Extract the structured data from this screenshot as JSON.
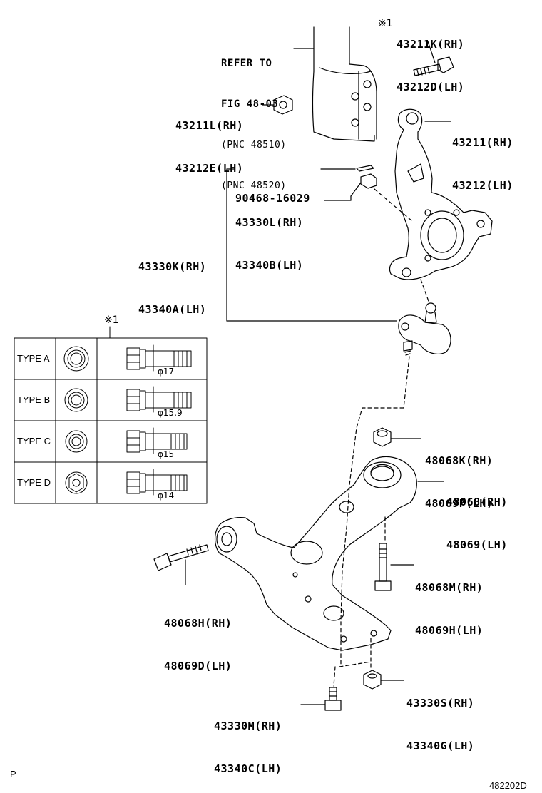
{
  "refer": {
    "line1": "REFER TO",
    "line2": "FIG 48-03",
    "line3": "(PNC 48510)",
    "line4": "(PNC 48520)"
  },
  "labels": {
    "bolt_top": {
      "note": "※1",
      "rh": "43211K(RH)",
      "lh": "43212D(LH)"
    },
    "nut_top": {
      "rh": "43211L(RH)",
      "lh": "43212E(LH)"
    },
    "knuckle": {
      "rh": "43211(RH)",
      "lh": "43212(LH)"
    },
    "cotter_pin": {
      "pn": "90468-16029"
    },
    "ball_nut": {
      "rh": "43330L(RH)",
      "lh": "43340B(LH)"
    },
    "ball_joint": {
      "rh": "43330K(RH)",
      "lh": "43340A(LH)"
    },
    "arm_nut": {
      "rh": "48068K(RH)",
      "lh": "48069F(LH)"
    },
    "lower_arm": {
      "rh": "48068(RH)",
      "lh": "48069(LH)"
    },
    "rear_bolt": {
      "rh": "48068M(RH)",
      "lh": "48069H(LH)"
    },
    "front_bolt": {
      "rh": "48068H(RH)",
      "lh": "48069D(LH)"
    },
    "bj_nut": {
      "rh": "43330S(RH)",
      "lh": "43340G(LH)"
    },
    "bj_bolt": {
      "rh": "43330M(RH)",
      "lh": "43340C(LH)"
    }
  },
  "table": {
    "note": "※1",
    "rows": [
      {
        "type": "TYPE A",
        "dia": "φ17"
      },
      {
        "type": "TYPE B",
        "dia": "φ15.9"
      },
      {
        "type": "TYPE C",
        "dia": "φ15"
      },
      {
        "type": "TYPE D",
        "dia": "φ14"
      }
    ]
  },
  "footer": {
    "left": "P",
    "right": "482202D"
  }
}
